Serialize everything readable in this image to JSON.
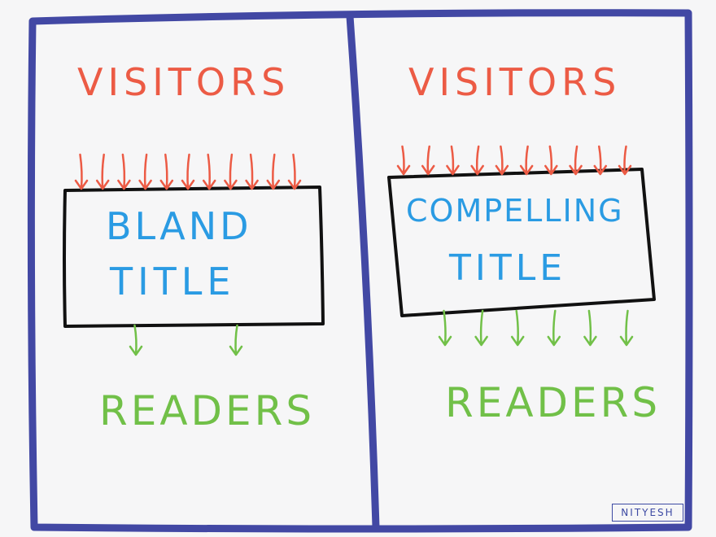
{
  "colors": {
    "frame": "#4248a4",
    "visitors": "#ec5b45",
    "title_text": "#2a9be3",
    "readers": "#71c048",
    "box": "#111111"
  },
  "left_panel": {
    "visitors": "VISITORS",
    "title_line1": "BLAND",
    "title_line2": "TITLE",
    "readers": "READERS",
    "incoming_arrows": 11,
    "outgoing_arrows": 2
  },
  "right_panel": {
    "visitors": "VISITORS",
    "title_line1": "COMPELLING",
    "title_line2": "TITLE",
    "readers": "READERS",
    "incoming_arrows": 10,
    "outgoing_arrows": 6
  },
  "signature": "NITYESH"
}
